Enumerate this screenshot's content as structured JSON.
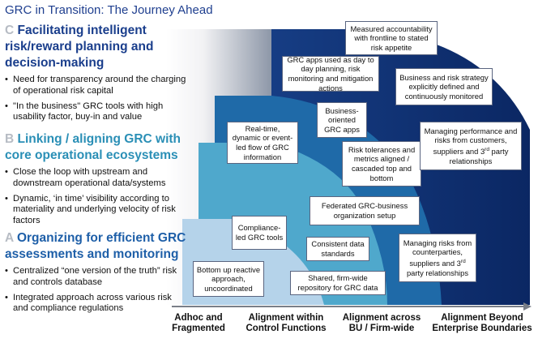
{
  "title": "GRC in Transition: The Journey Ahead",
  "colors": {
    "title": "#1f3f8f",
    "section_c": "#1a3e8c",
    "section_b": "#2a8fb6",
    "section_a": "#1e5fa8",
    "letter_gray": "#b7bcc4",
    "stage_light": "#b5d3ea",
    "stage_mid": "#4fa8cc",
    "stage_dark_blue": "#1f6aa8",
    "stage_navy": "#0e2c6e"
  },
  "sections": [
    {
      "letter": "C",
      "title_line1": "Facilitating intelligent",
      "title_line2": "risk/reward planning and",
      "title_line3": "decision-making",
      "bullets": [
        "Need for transparency around the charging of operational risk capital",
        "\"In the business\" GRC tools with high usability factor, buy-in and value"
      ]
    },
    {
      "letter": "B",
      "title_line1": "Linking / aligning GRC with",
      "title_line2": "core operational ecosystems",
      "bullets": [
        "Close the loop with upstream and downstream operational data/systems",
        "Dynamic, ‘in time’ visibility according to materiality and underlying velocity of risk factors"
      ]
    },
    {
      "letter": "A",
      "title_line1": "Organizing for efficient GRC",
      "title_line2": "assessments and monitoring",
      "bullets": [
        "Centralized “one version of the truth” risk and controls database",
        "Integrated approach across various risk and compliance regulations"
      ]
    }
  ],
  "bullet_symbol": "•",
  "boxes": {
    "bottom_up": "Bottom up reactive approach, uncoordinated",
    "compliance_led": "Compliance-led GRC tools",
    "real_time": "Real-time, dynamic or event-led flow of GRC information",
    "consistent_data": "Consistent data standards",
    "shared_repo": "Shared, firm-wide repository for GRC data",
    "federated": "Federated GRC-business organization setup",
    "business_oriented": "Business-oriented GRC apps",
    "grc_apps_day": "GRC apps used as day to day planning, risk monitoring and mitigation actions",
    "risk_tolerances": "Risk tolerances and metrics aligned / cascaded top and bottom",
    "measured_accountability": "Measured accountability with frontline to stated risk appetite",
    "business_risk_strategy": "Business and risk strategy explicitly defined and continuously monitored",
    "managing_performance_pre": "Managing performance and risks from customers, suppliers and 3",
    "managing_performance_sup": "rd",
    "managing_performance_post": " party relationships",
    "managing_risks_pre": "Managing risks from counterparties, suppliers and 3",
    "managing_risks_sup": "rd",
    "managing_risks_post": " party relationships"
  },
  "axis": {
    "stage1_line1": "Adhoc and",
    "stage1_line2": "Fragmented",
    "stage2_line1": "Alignment within",
    "stage2_line2": "Control Functions",
    "stage3_line1": "Alignment across",
    "stage3_line2": "BU / Firm-wide",
    "stage4_line1": "Alignment Beyond",
    "stage4_line2": "Enterprise Boundaries"
  }
}
